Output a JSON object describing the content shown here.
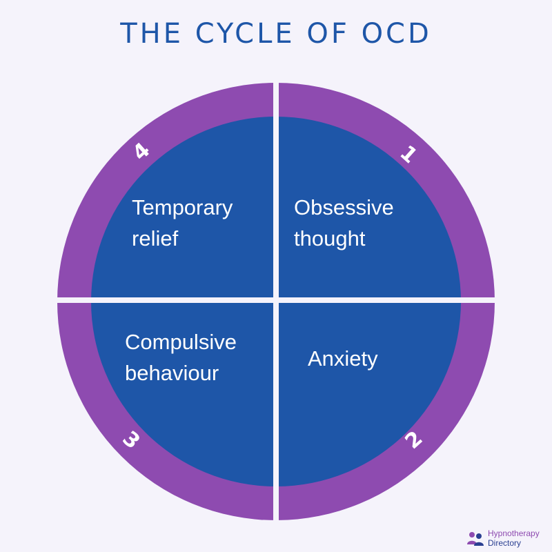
{
  "title": "THE CYCLE OF OCD",
  "quadrants": [
    {
      "number": "1",
      "lines": [
        "Obsessive",
        "thought"
      ]
    },
    {
      "number": "2",
      "lines": [
        "Anxiety"
      ]
    },
    {
      "number": "3",
      "lines": [
        "Compulsive",
        "behaviour"
      ]
    },
    {
      "number": "4",
      "lines": [
        "Temporary",
        "relief"
      ]
    }
  ],
  "logo": {
    "line1": "Hypnotherapy",
    "line2": "Directory"
  },
  "colors": {
    "background": "#f5f3fb",
    "title": "#1e56a8",
    "ring": "#8e4bb0",
    "inner": "#1e56a8",
    "text": "#ffffff"
  }
}
